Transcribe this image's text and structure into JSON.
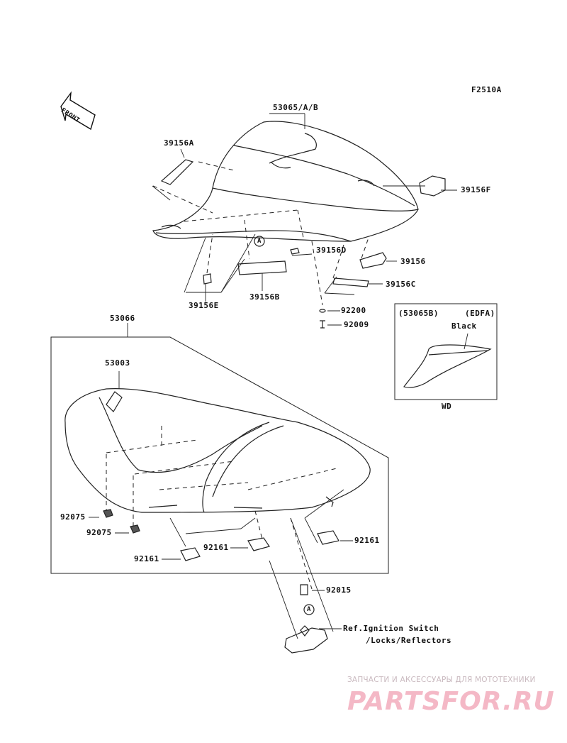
{
  "diagram_code": "F2510A",
  "front_arrow": "FRONT",
  "labels": {
    "p53065AB": "53065/A/B",
    "p39156A": "39156A",
    "p39156F": "39156F",
    "p39156D": "39156D",
    "p39156": "39156",
    "p39156B": "39156B",
    "p39156C": "39156C",
    "p39156E": "39156E",
    "p92200": "92200",
    "p92009": "92009",
    "p53066": "53066",
    "p53003": "53003",
    "p92075a": "92075",
    "p92075b": "92075",
    "p92161a": "92161",
    "p92161b": "92161",
    "p92161c": "92161",
    "p92015": "92015",
    "ref_a_top": "A",
    "ref_a_bottom": "A",
    "ref_line1": "Ref.Ignition Switch",
    "ref_line2": "/Locks/Reflectors"
  },
  "inset": {
    "part": "(53065B)",
    "code": "(EDFA)",
    "color": "Black",
    "footer": "WD"
  },
  "watermark": {
    "top": "ЗАПЧАСТИ И АКСЕССУАРЫ ДЛЯ МОТОТЕХНИКИ",
    "logo": "PARTSFOR.RU"
  }
}
